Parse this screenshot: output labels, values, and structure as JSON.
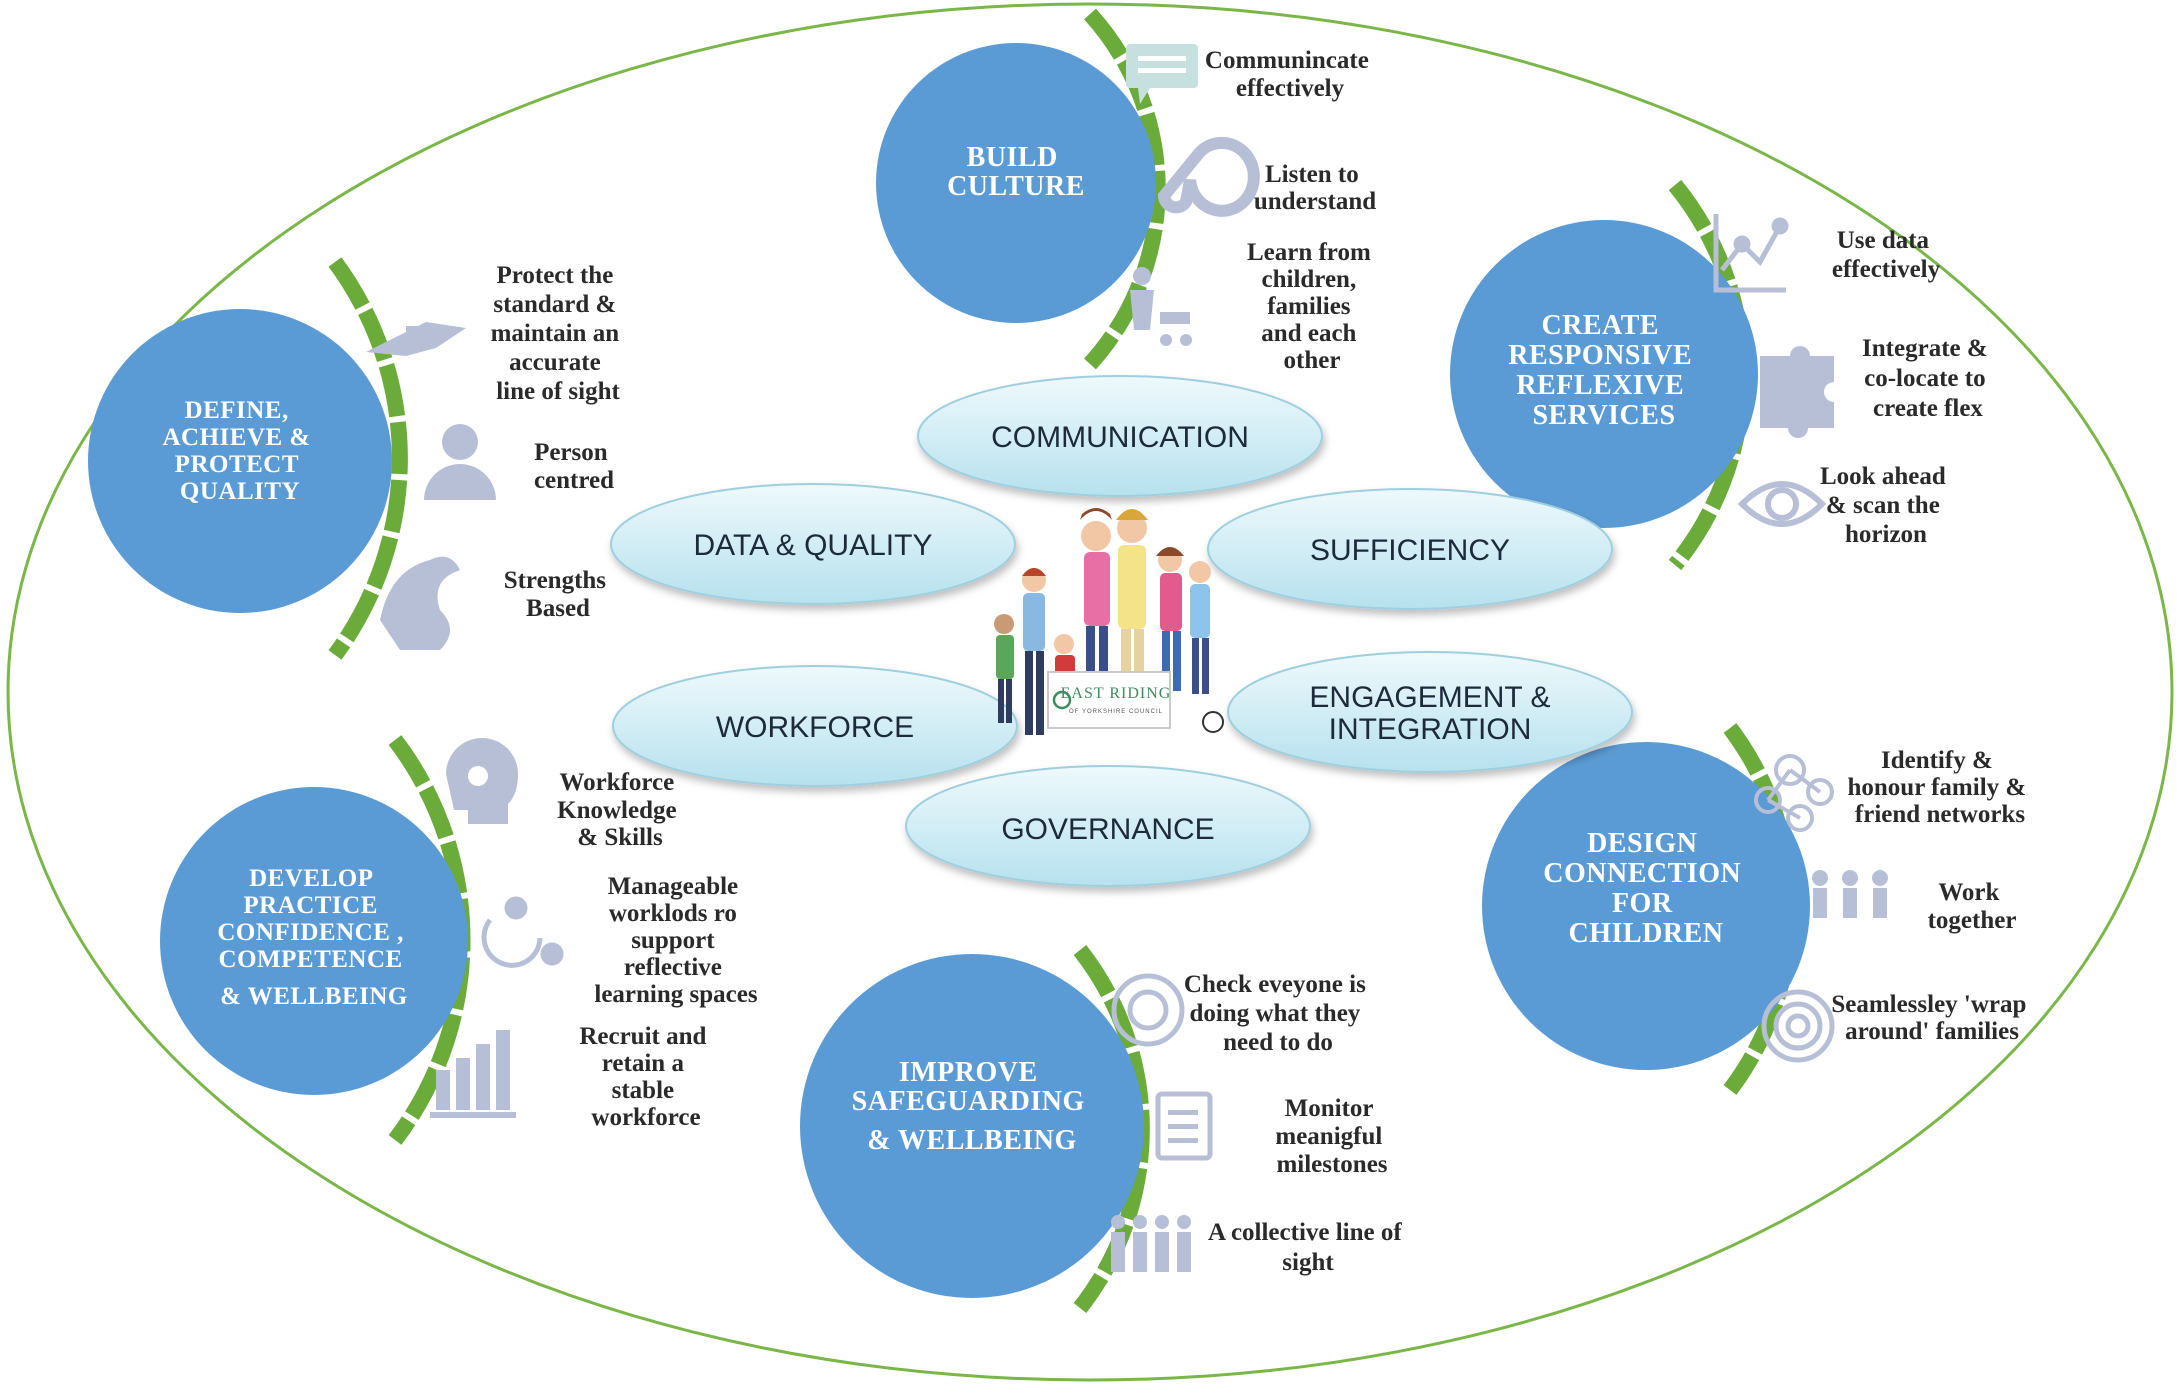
{
  "colors": {
    "outer_ring": "#7ab648",
    "circle_fill": "#5b9bd5",
    "arc_green": "#6aab3a",
    "oval_fill_top": "#e9f7fb",
    "oval_fill_bottom": "#b9e3ef",
    "icon_gray": "#b7bfd6"
  },
  "center": {
    "logo_text": "EAST RIDING",
    "logo_subtext": "OF YORKSHIRE COUNCIL"
  },
  "ovals": [
    {
      "label": "COMMUNICATION"
    },
    {
      "label": "DATA & QUALITY"
    },
    {
      "label": "SUFFICIENCY"
    },
    {
      "label": "WORKFORCE"
    },
    {
      "label": "ENGAGEMENT &"
    },
    {
      "label": "INTEGRATION"
    },
    {
      "label": "GOVERNANCE"
    }
  ],
  "pillars": [
    {
      "title_lines": [
        "BUILD",
        "CULTURE"
      ],
      "items": [
        {
          "lines": [
            "Communincate",
            "effectively"
          ],
          "icon": "chat-icon"
        },
        {
          "lines": [
            "Listen to",
            "understand"
          ],
          "icon": "ear-icon"
        },
        {
          "lines": [
            "Learn from",
            "children,",
            "families",
            "and each",
            "other"
          ],
          "icon": "family-stroller-icon"
        }
      ]
    },
    {
      "title_lines": [
        "DEFINE,",
        "ACHIEVE &",
        "PROTECT",
        "QUALITY"
      ],
      "items": [
        {
          "lines": [
            "Protect the",
            "standard &",
            "maintain an",
            "accurate",
            "line of sight"
          ],
          "icon": "hand-icon"
        },
        {
          "lines": [
            "Person",
            "centred"
          ],
          "icon": "person-icon"
        },
        {
          "lines": [
            "Strengths",
            "Based"
          ],
          "icon": "strength-arm-icon"
        }
      ]
    },
    {
      "title_lines": [
        "CREATE",
        "RESPONSIVE",
        "REFLEXIVE",
        "SERVICES"
      ],
      "items": [
        {
          "lines": [
            "Use data",
            "effectively"
          ],
          "icon": "line-chart-icon"
        },
        {
          "lines": [
            "Integrate &",
            "co-locate to",
            "create flex"
          ],
          "icon": "puzzle-icon"
        },
        {
          "lines": [
            "Look ahead",
            "& scan the",
            "horizon"
          ],
          "icon": "eye-icon"
        }
      ]
    },
    {
      "title_lines": [
        "DEVELOP",
        "PRACTICE",
        "CONFIDENCE ,",
        "COMPETENCE",
        "& WELLBEING"
      ],
      "items": [
        {
          "lines": [
            "Workforce",
            "Knowledge",
            "& Skills"
          ],
          "icon": "head-gear-icon"
        },
        {
          "lines": [
            "Manageable",
            "worklods ro",
            "support",
            "reflective",
            "learning spaces"
          ],
          "icon": "cycle-icon"
        },
        {
          "lines": [
            "Recruit and",
            "retain a",
            "stable",
            "workforce"
          ],
          "icon": "bar-chart-icon"
        }
      ]
    },
    {
      "title_lines": [
        "DESIGN",
        "CONNECTION",
        "FOR",
        "CHILDREN"
      ],
      "items": [
        {
          "lines": [
            "Identify &",
            "honour family &",
            "friend networks"
          ],
          "icon": "network-icon"
        },
        {
          "lines": [
            "Work",
            "together"
          ],
          "icon": "team-icon"
        },
        {
          "lines": [
            "Seamlessley 'wrap",
            "around' families"
          ],
          "icon": "target-icon"
        }
      ]
    },
    {
      "title_lines": [
        "IMPROVE",
        "SAFEGUARDING",
        "& WELLBEING"
      ],
      "items": [
        {
          "lines": [
            "Check eveyone is",
            "doing what they",
            "need to do"
          ],
          "icon": "check-target-icon"
        },
        {
          "lines": [
            "Monitor",
            "meanigful",
            "milestones"
          ],
          "icon": "clipboard-icon"
        },
        {
          "lines": [
            "A collective line of",
            "sight"
          ],
          "icon": "people-group-icon"
        }
      ]
    }
  ]
}
